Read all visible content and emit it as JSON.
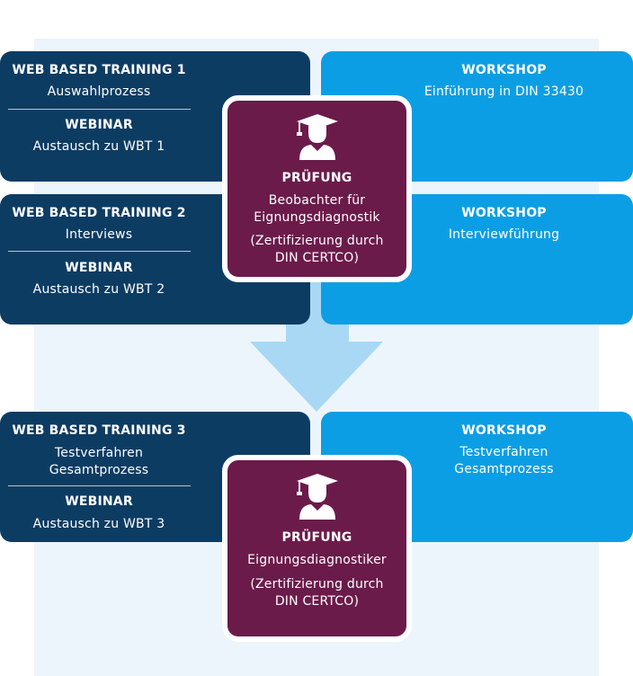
{
  "section1": {
    "wbt1": {
      "title": "WEB BASED TRAINING 1",
      "subtitle": "Auswahlprozess"
    },
    "webinar1": {
      "title": "WEBINAR",
      "subtitle": "Austausch zu WBT 1"
    },
    "workshop1": {
      "title": "WORKSHOP",
      "subtitle": "Einführung in DIN 33430"
    },
    "wbt2": {
      "title": "WEB BASED TRAINING 2",
      "subtitle": "Interviews"
    },
    "webinar2": {
      "title": "WEBINAR",
      "subtitle": "Austausch zu WBT 2"
    },
    "workshop2": {
      "title": "WORKSHOP",
      "subtitle": "Interviewführung"
    },
    "exam": {
      "title": "PRÜFUNG",
      "line1": "Beobachter für",
      "line2": "Eignungsdiagnostik",
      "note1": "(Zertifizierung durch",
      "note2": "DIN CERTCO)"
    }
  },
  "section2": {
    "wbt3": {
      "title": "WEB BASED TRAINING 3",
      "line1": "Testverfahren",
      "line2": "Gesamtprozess"
    },
    "webinar3": {
      "title": "WEBINAR",
      "subtitle": "Austausch zu WBT 3"
    },
    "workshop3": {
      "title": "WORKSHOP",
      "line1": "Testverfahren",
      "line2": "Gesamtprozess"
    },
    "exam": {
      "title": "PRÜFUNG",
      "line1": "Eignungsdiagnostiker",
      "note1": "(Zertifizierung durch",
      "note2": "DIN CERTCO)"
    }
  },
  "icons": {
    "exam": "graduate-icon",
    "flow": "arrow-down-icon"
  },
  "colors": {
    "dark_blue": "#0d3c63",
    "light_blue": "#0c9ee4",
    "exam_purple": "#6b1b4a",
    "background": "#edf5fc",
    "arrow": "#a8d8f4"
  }
}
